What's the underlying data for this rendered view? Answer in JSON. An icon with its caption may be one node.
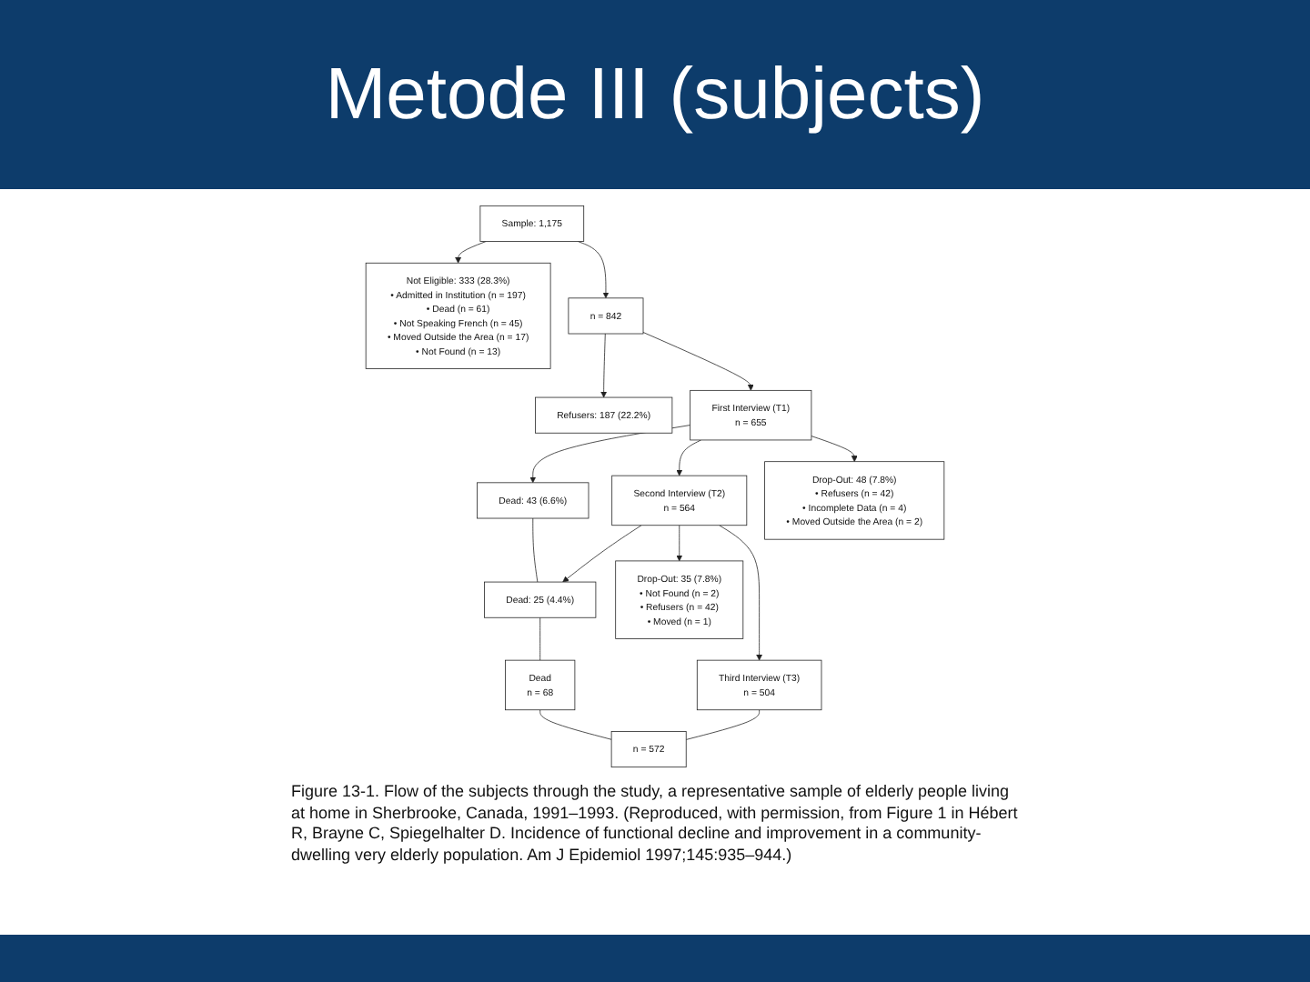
{
  "diagram": {
    "title": "Metode III (subjects)",
    "nodes": [
      {
        "text": [
          "Sample: 1,175"
        ]
      },
      {
        "text": [
          "Not Eligible: 333 (28.3%)",
          "• Admitted in Institution (n = 197)",
          "• Dead (n = 61)",
          "• Not Speaking French (n = 45)",
          "• Moved Outside the Area (n = 17)",
          "• Not Found (n = 13)"
        ]
      },
      {
        "text": [
          "n = 842"
        ]
      },
      {
        "text": [
          "Refusers: 187 (22.2%)"
        ]
      },
      {
        "text": [
          "First Interview (T1)",
          "n = 655"
        ]
      },
      {
        "text": [
          "Dead: 43 (6.6%)"
        ]
      },
      {
        "text": [
          "Drop-Out: 48 (7.8%)",
          "• Refusers (n = 42)",
          "• Incomplete Data (n = 4)",
          "• Moved Outside the Area (n = 2)"
        ]
      },
      {
        "text": [
          "Second Interview (T2)",
          "n = 564"
        ]
      },
      {
        "text": [
          "Dead: 25 (4.4%)"
        ]
      },
      {
        "text": [
          "Drop-Out: 35 (7.8%)",
          "• Not Found (n = 2)",
          "• Refusers (n = 42)",
          "• Moved (n = 1)"
        ]
      },
      {
        "text": [
          "Dead",
          "n = 68"
        ]
      },
      {
        "text": [
          "Third Interview (T3)",
          "n = 504"
        ]
      },
      {
        "text": [
          "n = 572"
        ]
      }
    ],
    "edges": [
      {
        "from": 0,
        "to": 2,
        "arrow": "to"
      },
      {
        "from": 0,
        "to": 1,
        "arrow": "to"
      },
      {
        "from": 2,
        "to": 4,
        "arrow": "to"
      },
      {
        "from": 2,
        "to": 3,
        "arrow": "to"
      },
      {
        "from": 4,
        "to": 5,
        "arrow": "to"
      },
      {
        "from": 4,
        "to": 7,
        "arrow": "to"
      },
      {
        "from": 4,
        "to": 6,
        "arrow": "to"
      },
      {
        "from": 5,
        "to": 8,
        "arrow": "none"
      },
      {
        "from": 7,
        "to": 8,
        "arrow": "to"
      },
      {
        "from": 7,
        "to": 11,
        "arrow": "to"
      },
      {
        "from": 7,
        "to": 9,
        "arrow": "to"
      },
      {
        "from": 8,
        "to": 10,
        "arrow": "none"
      },
      {
        "from": 10,
        "to": 12,
        "arrow": "none"
      },
      {
        "from": 11,
        "to": 12,
        "arrow": "none"
      }
    ],
    "caption": "Figure 13-1. Flow of the subjects through the study, a representative sample of elderly people living at home in Sherbrooke, Canada, 1991–1993. (Reproduced, with permission, from Figure 1 in Hébert R, Brayne C, Spiegelhalter D. Incidence of functional decline and improvement in a community-dwelling very elderly population. Am J Epidemiol 1997;145:935–944.)"
  }
}
